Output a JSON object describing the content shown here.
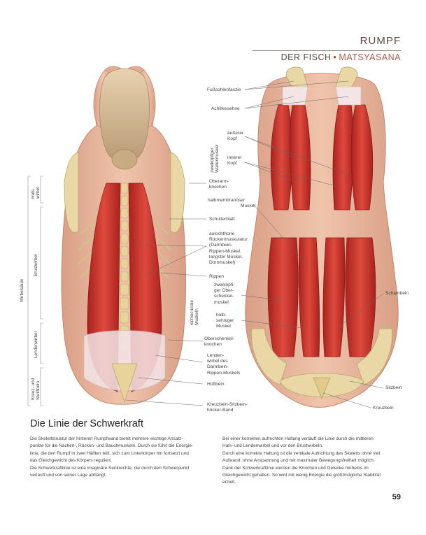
{
  "header": {
    "section": "RUMPF",
    "title_main": "DER FISCH",
    "separator": "•",
    "title_alt": "MATSYASANA"
  },
  "labels_right_figure": {
    "fusssohlenfaszie": "Fußsohlenfaszie",
    "achillessehne": "Achillessehne",
    "aeusserer_kopf": [
      "äußerer",
      "Kopf"
    ],
    "innerer_kopf": [
      "innerer",
      "Kopf"
    ],
    "zwillingswadenmuskel": [
      "zweiköpfiger",
      "Wadenmuskel"
    ],
    "schambein": "Schambein",
    "sitzbein": "Sitzbein",
    "kreuzbein": "Kreuzbein"
  },
  "labels_center": {
    "oberarmknochen": [
      "Oberarm-",
      "knochen"
    ],
    "halbmembranoeser_muskel": [
      "halbmembranöser",
      "Muskel"
    ],
    "schulterblatt": "Schulterblatt",
    "rueckenmuskulatur": [
      "autochthone",
      "Rückenmuskulatur",
      "(Darmbein-",
      "Rippen-Muskel,",
      "langster Muskel,",
      "Dornmuskel)"
    ],
    "rippen": "Rippen",
    "zweikoepfiger_oberschenkelmuskel": [
      "zweiköpfi-",
      "ger Ober-",
      "schenkel-",
      "muskel"
    ],
    "halbsehniger_muskel": [
      "halb-",
      "sehniger",
      "Muskel"
    ],
    "ischiocrurale_muskeln": [
      "ischiocrurale",
      "Muskeln"
    ],
    "oberschenkelknochen": [
      "Oberschenkel-",
      "knochen"
    ],
    "lendenwirbel": [
      "Lenden-",
      "wirbel des",
      "Darmbein-",
      "Rippen-Muskels"
    ],
    "hueftbein": "Hüftbein",
    "kreuzbein_sitzbein_hoecker_band": [
      "Kreuzbein-Sitzbein-",
      "höcker-Band"
    ]
  },
  "labels_left": {
    "wirbelsaeule": "Wirbelsäule",
    "halswirbel": [
      "Hals-",
      "wirbel"
    ],
    "brustwirbel": "Brustwirbel",
    "lendenwirbel": "Lendenwirbel",
    "kreuz_steissbein": [
      "Kreuz- und",
      "Steißbein"
    ]
  },
  "article": {
    "headline": "Die Linie der Schwerkraft",
    "left_column": [
      "Die Skelettstruktur der hinteren Rumpfwand bietet mehrere wichtige Ansatz-",
      "punkte für die Nacken-, Rücken- und Bauchmuskeln. Durch sie führt die Energie-",
      "linie, die den Rumpf in zwei Hälften teilt, sich zum Unterkörper hin fortsetzt und",
      "das Gleichgewicht des Körpers reguliert.",
      "Die Schwerkraftlinie ist eine imaginäre Senkrechte, die durch den Schwerpunkt",
      "verläuft und von seiner Lage abhängt."
    ],
    "right_column": [
      "Bei einer korrekten aufrechten Haltung verläuft die Linie durch die mittleren",
      "Hals- und Lendenwirbel und vor den Brustwirbeln.",
      "Durch eine korrekte Haltung ist die vertikale Aufrichtung des Skeletts ohne viel",
      "Aufwand, ohne Anspannung und mit maximaler Bewegungsfreiheit möglich.",
      "Dank der Schwerkraftlinie werden die Knochen und Gelenke mühelos im",
      "Gleichgewicht gehalten. So wird mit wenig Energie die größtmögliche Stabilität",
      "erzielt."
    ]
  },
  "page_number": "59",
  "colors": {
    "skin": "#eab79e",
    "muscle": "#c9302a",
    "bone": "#e8d49a",
    "tendon": "#f3e4e6",
    "accent": "#b2574d"
  }
}
